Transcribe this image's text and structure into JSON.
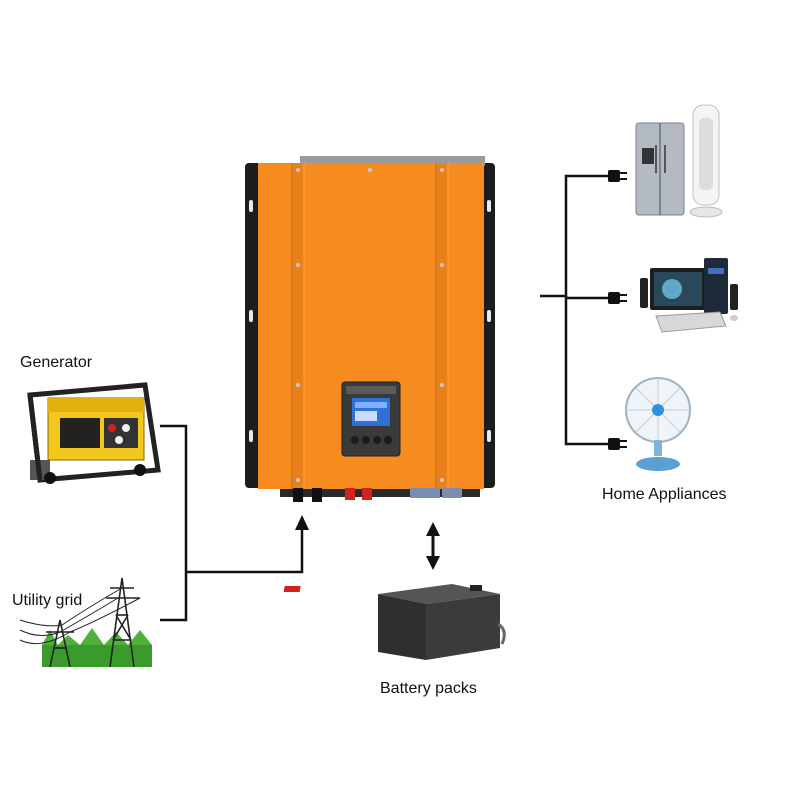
{
  "labels": {
    "generator": "Generator",
    "utility_grid": "Utility grid",
    "battery_packs": "Battery packs",
    "home_appliances": "Home Appliances"
  },
  "icons": {
    "generator": "generator-icon",
    "utility_grid": "power-tower-icon",
    "inverter": "solar-inverter-icon",
    "battery": "battery-icon",
    "refrigerator": "refrigerator-icon",
    "tower_fan": "tower-fan-icon",
    "computer": "desktop-computer-icon",
    "desk_fan": "desk-fan-icon",
    "plug": "power-plug-icon",
    "arrow_up": "arrow-up-icon",
    "arrow_bidirectional": "bidirectional-arrow-icon"
  },
  "colors": {
    "inverter_body": "#f68b1f",
    "inverter_frame": "#1c1c1c",
    "generator_body": "#f2c81c",
    "grass": "#3a9a2c",
    "battery": "#3b3b3b",
    "line": "#111111"
  }
}
